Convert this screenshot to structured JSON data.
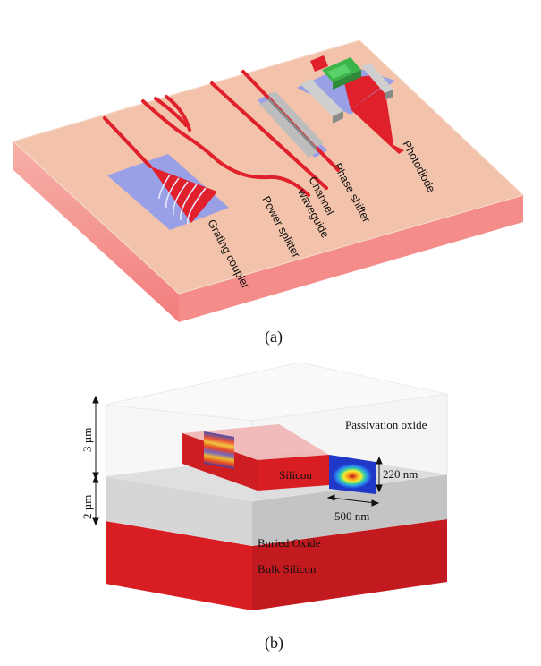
{
  "panel_a": {
    "caption": "(a)",
    "components": {
      "grating_coupler": "Grating coupler",
      "power_splitter": "Power splitter",
      "channel_waveguide_line1": "Channel",
      "channel_waveguide_line2": "waveguide",
      "phase_shifter": "Phase shifter",
      "photodiode": "Photodiode"
    }
  },
  "panel_b": {
    "caption": "(b)",
    "layers": {
      "passivation_oxide": "Passivation oxide",
      "silicon": "Silicon",
      "buried_oxide": "Buried Oxide",
      "bulk_silicon": "Bulk Silicon"
    },
    "dimensions": {
      "passivation_thickness": "3 µm",
      "box_thickness": "2 µm",
      "core_height": "220 nm",
      "core_width": "500 nm"
    }
  },
  "colors": {
    "chip_top": "#f2c2aa",
    "waveguide_red": "#e0202a",
    "pad_lavender": "#9aa0e6",
    "bulk_silicon": "#d81e22",
    "buried_oxide_top": "#c9c9c9",
    "buried_oxide_front": "#d6d6d6",
    "passivation": "#f3f3f3"
  }
}
